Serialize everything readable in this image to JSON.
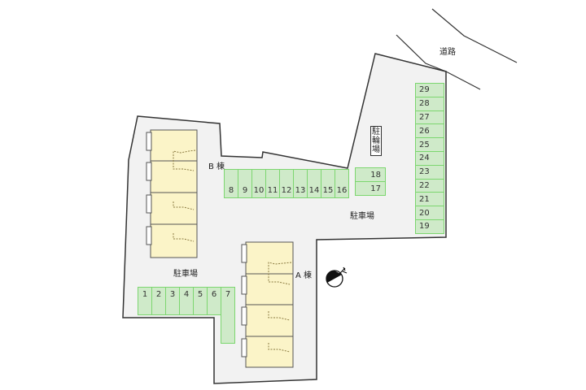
{
  "labels": {
    "road": "道路",
    "building_a": "A 棟",
    "building_b": "B 棟",
    "parking_main": "駐車場",
    "parking_east": "駐車場",
    "bicycle_parking": "駐輪場"
  },
  "parking": {
    "row_west": [
      "1",
      "2",
      "3",
      "4",
      "5",
      "6",
      "7"
    ],
    "row_center": [
      "8",
      "9",
      "10",
      "11",
      "12",
      "13",
      "14",
      "15",
      "16"
    ],
    "pair": [
      "18",
      "17"
    ],
    "column_east": [
      "29",
      "28",
      "27",
      "26",
      "25",
      "24",
      "23",
      "22",
      "21",
      "20",
      "19"
    ]
  },
  "colors": {
    "lot_fill": "#f2f2f2",
    "boundary": "#333333",
    "parking_fill": "#cfeac9",
    "parking_border": "#7cd66f",
    "building_fill": "#fbf4c8",
    "building_stroke": "#555555"
  },
  "icons": {
    "compass": "north-arrow-icon"
  }
}
